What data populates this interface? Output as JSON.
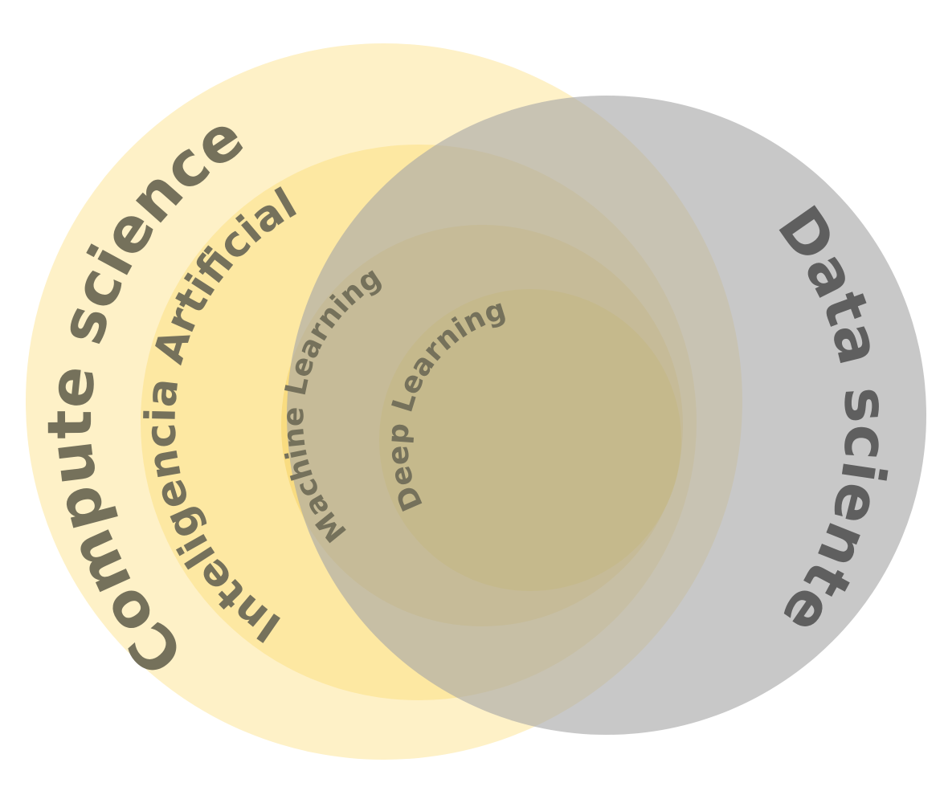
{
  "diagram": {
    "labels": {
      "compute_science": "Compute science",
      "ia": "Inteligencia Artificial",
      "machine_learning": "Machine Learning",
      "deep_learning": "Deep Learning",
      "data_science": "Data sciente"
    },
    "colors": {
      "compute_science_fill": "#FEF1C7",
      "ia_fill": "#FDE8A2",
      "machine_learning_fill": "#F9DC80",
      "deep_learning_fill": "#F6D862",
      "data_science_fill": "#A7A7A7",
      "yellow_text": "#75715B",
      "gray_text": "#5F5F5F"
    }
  }
}
